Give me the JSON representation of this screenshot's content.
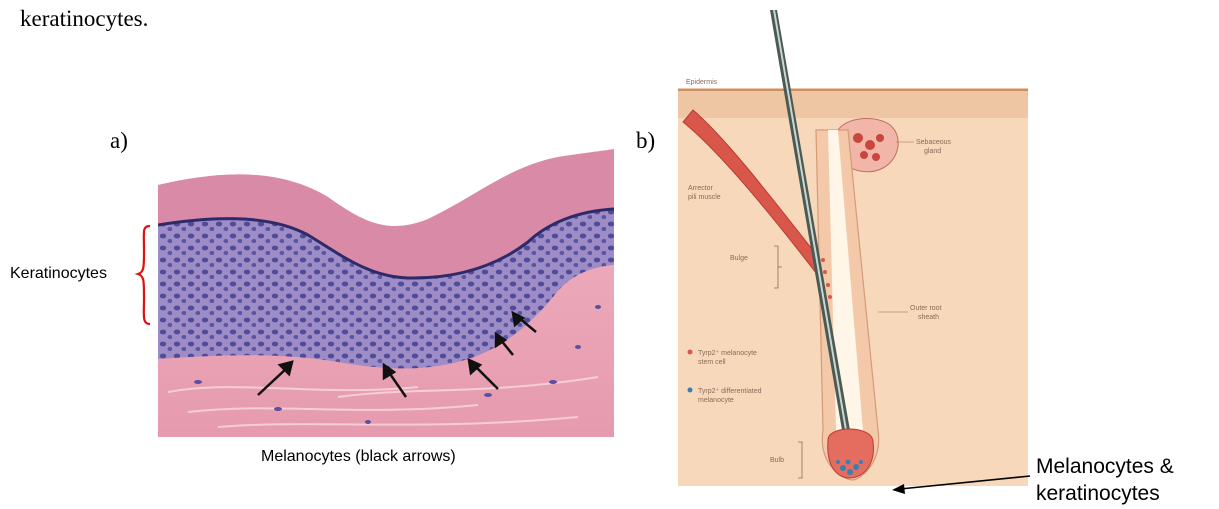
{
  "paper": {
    "intro_fragment": "keratinocytes.",
    "panel_a_label": "a)",
    "panel_b_label": "b)",
    "keratinocytes_label": "Keratinocytes",
    "melanocytes_caption": "Melanocytes (black arrows)",
    "melanocytes_keratinocytes_line1": "Melanocytes &",
    "melanocytes_keratinocytes_line2": "keratinocytes"
  },
  "diagram_b": {
    "epidermis": "Epidermis",
    "arrector_line1": "Arrector",
    "arrector_line2": "pili muscle",
    "sebaceous_line1": "Sebaceous",
    "sebaceous_line2": "gland",
    "bulge": "Bulge",
    "outer_root_line1": "Outer root",
    "outer_root_line2": "sheath",
    "legend_1_line1": "Tyrp2⁺ melanocyte",
    "legend_1_line2": "stem cell",
    "legend_2_line1": "Tyrp2⁺ differentiated",
    "legend_2_line2": "melanocyte",
    "bulb": "Bulb"
  },
  "colors": {
    "histology_pink": "#e9a3b4",
    "histology_purple": "#6b5ea8",
    "diagram_skin": "#f5d4b3",
    "diagram_muscle": "#d9574a",
    "bracket_red": "#e01010"
  }
}
